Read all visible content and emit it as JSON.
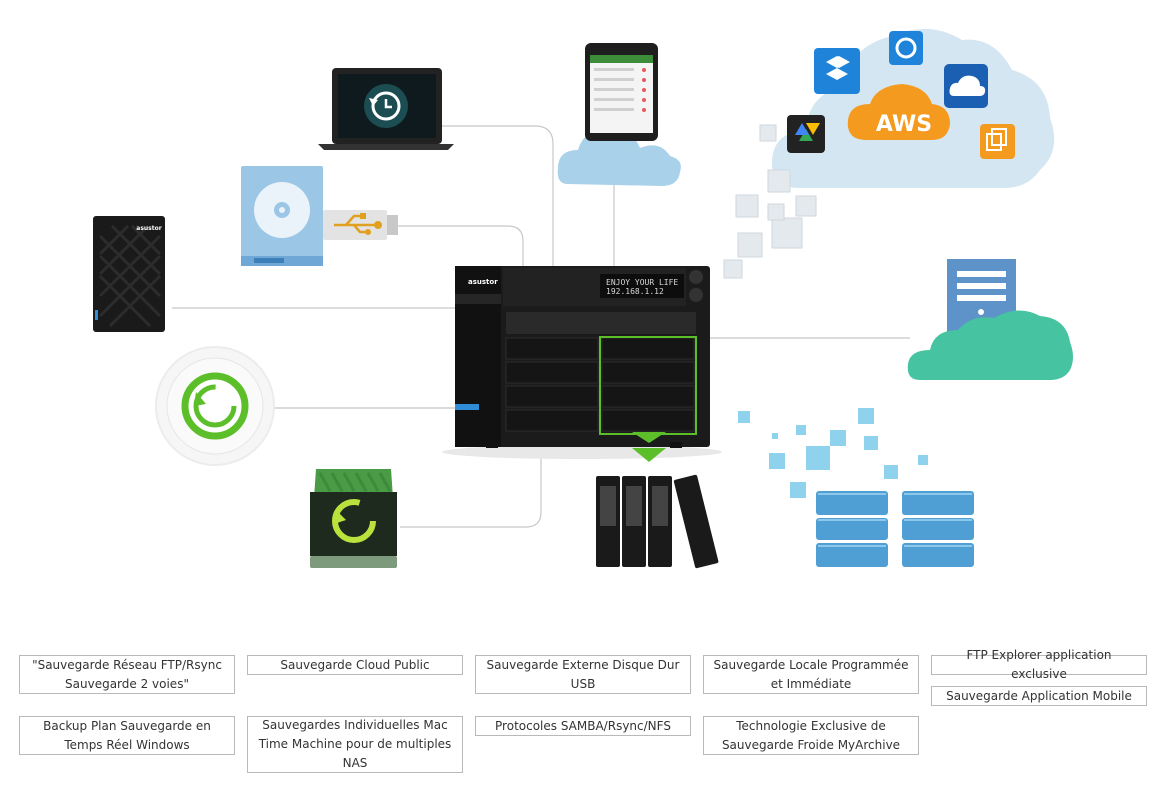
{
  "diagram": {
    "nas": {
      "brand": "asustor",
      "lcd_line1": "ENJOY YOUR LIFE",
      "lcd_line2": "192.168.1.12"
    },
    "small_nas_brand": "asustor",
    "cloud_services": {
      "aws_label": "AWS",
      "icons": [
        "dropbox-icon",
        "sync-icon",
        "onedrive-icon",
        "google-drive-icon",
        "copy-icon"
      ]
    },
    "colors": {
      "accent_green": "#5cbf2a",
      "cloud_blue": "#a9d1ea",
      "teal_cloud": "#46c3a0",
      "aws_orange": "#f39a1f",
      "server_blue": "#5aa8d5"
    }
  },
  "labels": {
    "l1": "\"Sauvegarde Réseau FTP/Rsync Sauvegarde 2 voies\"",
    "l2": "Sauvegarde Cloud Public",
    "l3": "Sauvegarde Externe Disque Dur USB",
    "l4": "Sauvegarde Locale Programmée et Immédiate",
    "l5": "FTP Explorer application exclusive",
    "l6": "Sauvegarde Application Mobile",
    "l7": "Backup Plan Sauvegarde en Temps Réel Windows",
    "l8": "Sauvegardes Individuelles Mac Time Machine pour de multiples NAS",
    "l9": "Protocoles SAMBA/Rsync/NFS",
    "l10": "Technologie Exclusive de Sauvegarde Froide MyArchive"
  }
}
